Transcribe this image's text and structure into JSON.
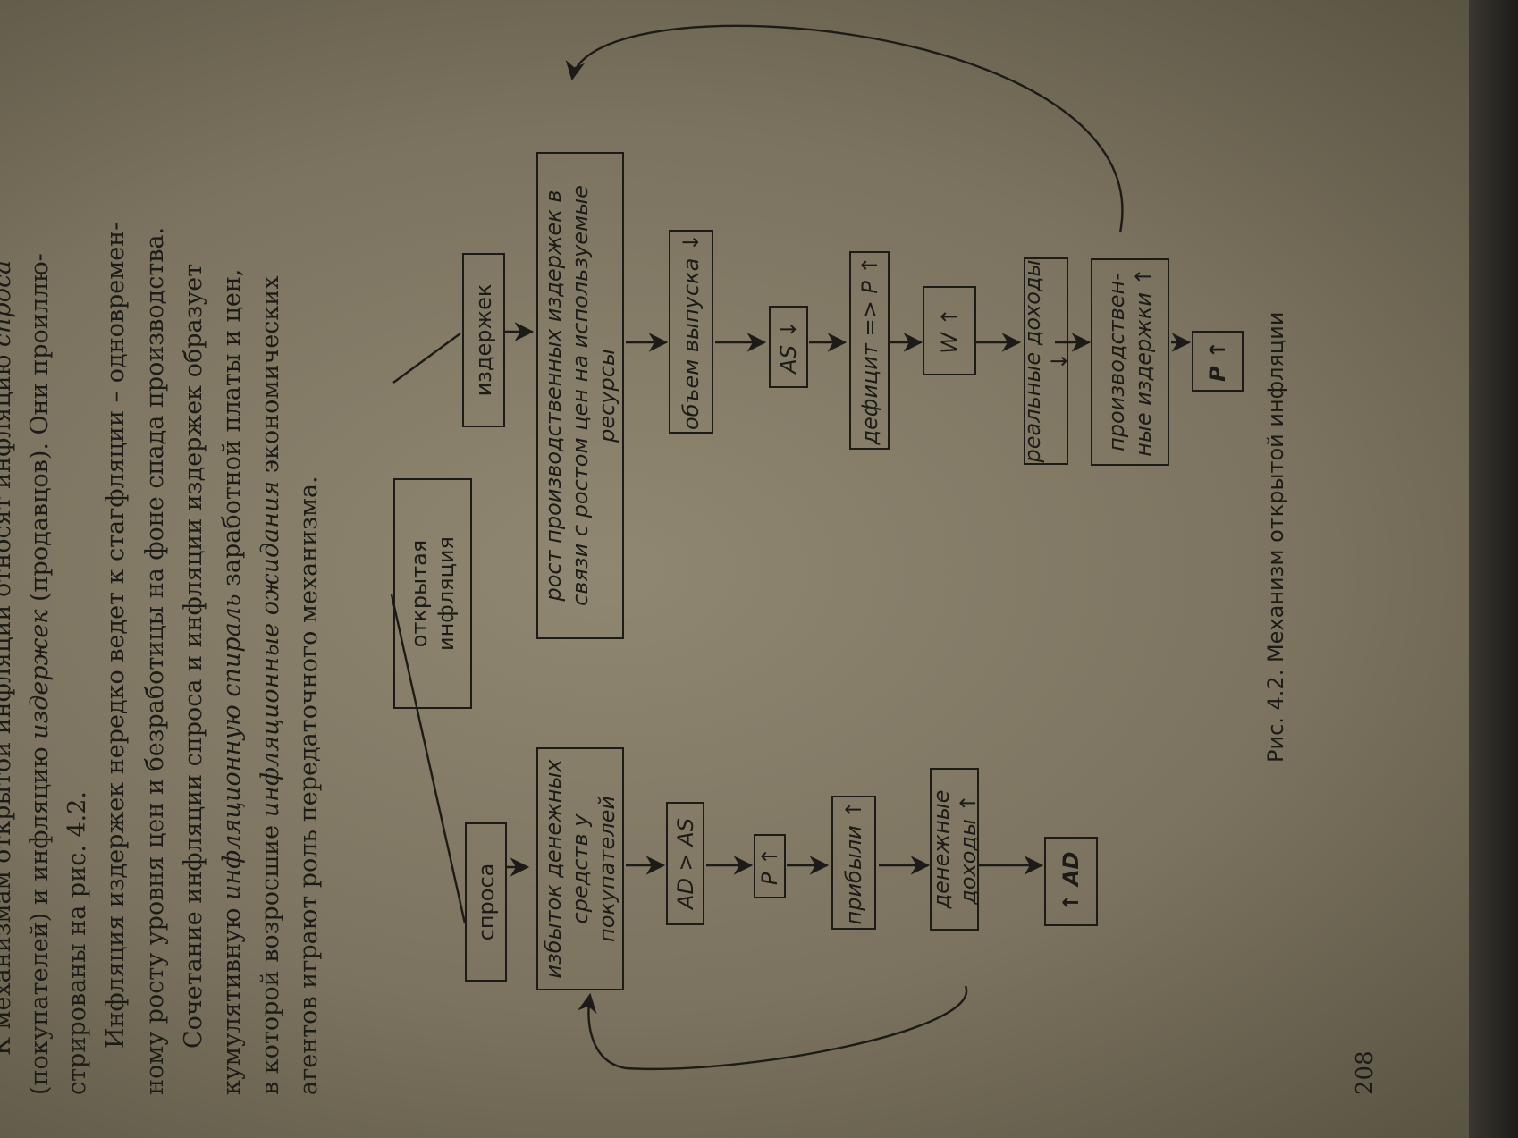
{
  "text_lines": [
    {
      "before": "К механизмам открытой инфляции относят инфляцию ",
      "em": "спроса",
      "after": ""
    },
    {
      "before": "(покупателей) и инфляцию ",
      "em": "издержек",
      "after": " (продавцов). Они проиллю-"
    },
    {
      "before": "стрированы на рис. 4.2.",
      "em": "",
      "after": ""
    },
    {
      "before": "Инфляция издержек нередко ведет к стагфляции – одновремен-",
      "em": "",
      "after": ""
    },
    {
      "before": "ному росту уровня цен и безработицы на фоне спада производства.",
      "em": "",
      "after": ""
    },
    {
      "before": "Сочетание инфляции спроса и инфляции издержек образует",
      "em": "",
      "after": ""
    },
    {
      "before": "кумулятивную ",
      "em": "инфляционную спираль",
      "after": " заработной платы и цен,"
    },
    {
      "before": "в которой возросшие ",
      "em": "инфляционные ожидания",
      "after": " экономических"
    },
    {
      "before": "агентов играют роль передаточного механизма.",
      "em": "",
      "after": ""
    }
  ],
  "diagram": {
    "root": "открытая инфляция",
    "demand": {
      "head": "спроса",
      "excess": "избыток денежных средств у покупателей",
      "ad_gt_as": "AD > AS",
      "price_up": "P ↑",
      "profit_up": "прибыли ↑",
      "money_income_up": "денежные доходы ↑",
      "ad_up": "↑ AD"
    },
    "cost": {
      "head": "издержек",
      "cost_growth": "рост производственных издержек в связи с ростом цен на используемые ресурсы",
      "output_down": "объем выпуска ↓",
      "as_down": "AS ↓",
      "deficit": "дефицит => P ↑",
      "wage_up": "W ↑",
      "real_income_down": "реальные доходы ↓",
      "prod_cost_up": "производствен-ные издержки ↑",
      "price_up": "P ↑"
    }
  },
  "caption": "Рис. 4.2. Механизм открытой инфляции",
  "page_number": "208"
}
